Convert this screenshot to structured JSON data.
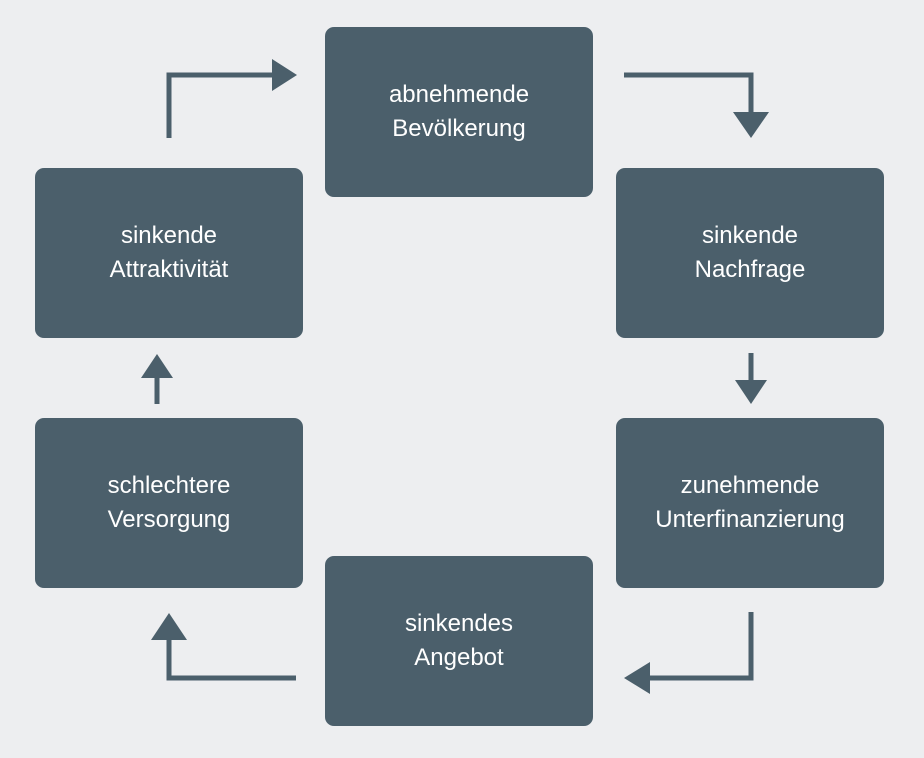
{
  "colors": {
    "background": "#edeef0",
    "box": "#4b5f6b",
    "text": "#ffffff",
    "arrow": "#4b5f6b"
  },
  "cycle": {
    "top": {
      "line1": "abnehmende",
      "line2": "Bevölkerung"
    },
    "right1": {
      "line1": "sinkende",
      "line2": "Nachfrage"
    },
    "right2": {
      "line1": "zunehmende",
      "line2": "Unterfinanzierung"
    },
    "bottom": {
      "line1": "sinkendes",
      "line2": "Angebot"
    },
    "left2": {
      "line1": "schlechtere",
      "line2": "Versorgung"
    },
    "left1": {
      "line1": "sinkende",
      "line2": "Attraktivität"
    }
  }
}
